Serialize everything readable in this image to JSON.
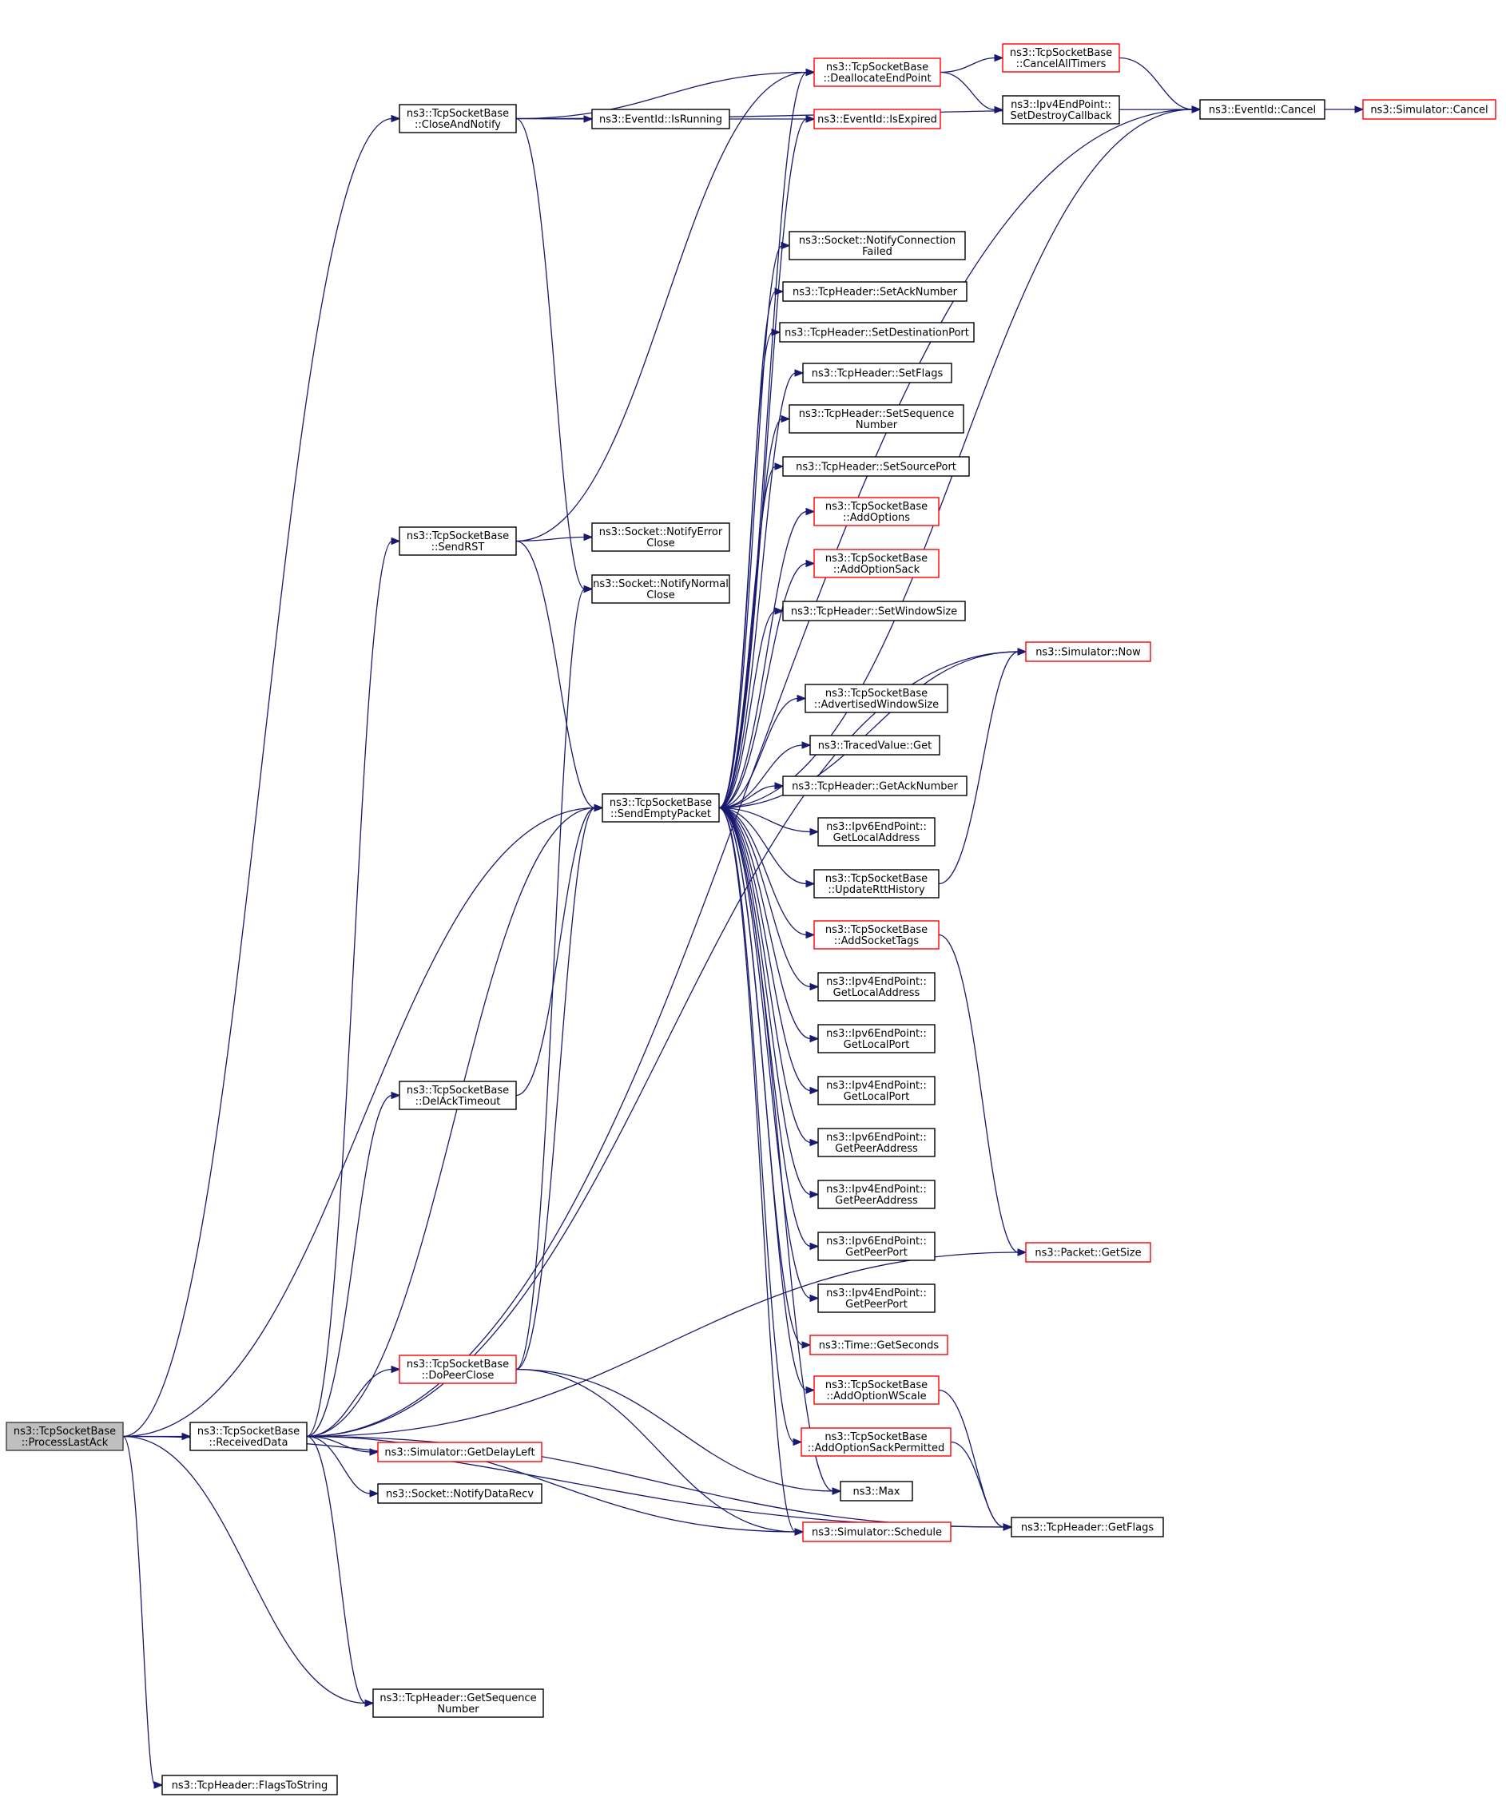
{
  "graph_title": "",
  "colors": {
    "edge": "#191970",
    "node_border_normal": "#000000",
    "node_border_truncated": "#ff0000",
    "node_fill": "#ffffff",
    "focus_fill": "#bfbfbf"
  },
  "nodes": [
    {
      "id": "process_last_ack",
      "name": "node-process-last-ack",
      "lines": [
        "ns3::TcpSocketBase",
        "::ProcessLastAck"
      ],
      "style": "focus"
    },
    {
      "id": "received_data",
      "name": "node-received-data",
      "lines": [
        "ns3::TcpSocketBase",
        "::ReceivedData"
      ],
      "style": "normal"
    },
    {
      "id": "close_and_notify",
      "name": "node-close-and-notify",
      "lines": [
        "ns3::TcpSocketBase",
        "::CloseAndNotify"
      ],
      "style": "normal"
    },
    {
      "id": "send_rst",
      "name": "node-send-rst",
      "lines": [
        "ns3::TcpSocketBase",
        "::SendRST"
      ],
      "style": "normal"
    },
    {
      "id": "del_ack_timeout",
      "name": "node-del-ack-timeout",
      "lines": [
        "ns3::TcpSocketBase",
        "::DelAckTimeout"
      ],
      "style": "normal"
    },
    {
      "id": "do_peer_close",
      "name": "node-do-peer-close",
      "lines": [
        "ns3::TcpSocketBase",
        "::DoPeerClose"
      ],
      "style": "red"
    },
    {
      "id": "get_sequence_number",
      "name": "node-get-sequence-number",
      "lines": [
        "ns3::TcpHeader::GetSequence",
        "Number"
      ],
      "style": "normal"
    },
    {
      "id": "flags_to_string",
      "name": "node-flags-to-string",
      "lines": [
        "ns3::TcpHeader::FlagsToString"
      ],
      "style": "normal"
    },
    {
      "id": "event_is_running",
      "name": "node-event-is-running",
      "lines": [
        "ns3::EventId::IsRunning"
      ],
      "style": "normal"
    },
    {
      "id": "notify_error_close",
      "name": "node-notify-error-close",
      "lines": [
        "ns3::Socket::NotifyError",
        "Close"
      ],
      "style": "normal"
    },
    {
      "id": "notify_normal_close",
      "name": "node-notify-normal-close",
      "lines": [
        "ns3::Socket::NotifyNormal",
        "Close"
      ],
      "style": "normal"
    },
    {
      "id": "send_empty_packet",
      "name": "node-send-empty-packet",
      "lines": [
        "ns3::TcpSocketBase",
        "::SendEmptyPacket"
      ],
      "style": "normal"
    },
    {
      "id": "get_delay_left",
      "name": "node-get-delay-left",
      "lines": [
        "ns3::Simulator::GetDelayLeft"
      ],
      "style": "red"
    },
    {
      "id": "notify_data_recv",
      "name": "node-notify-data-recv",
      "lines": [
        "ns3::Socket::NotifyDataRecv"
      ],
      "style": "normal"
    },
    {
      "id": "deallocate_end_point",
      "name": "node-deallocate-end-point",
      "lines": [
        "ns3::TcpSocketBase",
        "::DeallocateEndPoint"
      ],
      "style": "red"
    },
    {
      "id": "event_is_expired",
      "name": "node-event-is-expired",
      "lines": [
        "ns3::EventId::IsExpired"
      ],
      "style": "red"
    },
    {
      "id": "notify_connection_failed",
      "name": "node-notify-connection-failed",
      "lines": [
        "ns3::Socket::NotifyConnection",
        "Failed"
      ],
      "style": "normal"
    },
    {
      "id": "set_ack_number",
      "name": "node-set-ack-number",
      "lines": [
        "ns3::TcpHeader::SetAckNumber"
      ],
      "style": "normal"
    },
    {
      "id": "set_destination_port",
      "name": "node-set-destination-port",
      "lines": [
        "ns3::TcpHeader::SetDestinationPort"
      ],
      "style": "normal"
    },
    {
      "id": "set_flags",
      "name": "node-set-flags",
      "lines": [
        "ns3::TcpHeader::SetFlags"
      ],
      "style": "normal"
    },
    {
      "id": "set_sequence_number",
      "name": "node-set-sequence-number",
      "lines": [
        "ns3::TcpHeader::SetSequence",
        "Number"
      ],
      "style": "normal"
    },
    {
      "id": "set_source_port",
      "name": "node-set-source-port",
      "lines": [
        "ns3::TcpHeader::SetSourcePort"
      ],
      "style": "normal"
    },
    {
      "id": "add_options",
      "name": "node-add-options",
      "lines": [
        "ns3::TcpSocketBase",
        "::AddOptions"
      ],
      "style": "red"
    },
    {
      "id": "add_option_sack",
      "name": "node-add-option-sack",
      "lines": [
        "ns3::TcpSocketBase",
        "::AddOptionSack"
      ],
      "style": "red"
    },
    {
      "id": "set_window_size",
      "name": "node-set-window-size",
      "lines": [
        "ns3::TcpHeader::SetWindowSize"
      ],
      "style": "normal"
    },
    {
      "id": "advertised_window_size",
      "name": "node-advertised-window-size",
      "lines": [
        "ns3::TcpSocketBase",
        "::AdvertisedWindowSize"
      ],
      "style": "normal"
    },
    {
      "id": "traced_value_get",
      "name": "node-traced-value-get",
      "lines": [
        "ns3::TracedValue::Get"
      ],
      "style": "normal"
    },
    {
      "id": "get_ack_number",
      "name": "node-get-ack-number",
      "lines": [
        "ns3::TcpHeader::GetAckNumber"
      ],
      "style": "normal"
    },
    {
      "id": "ipv6_get_local_address",
      "name": "node-ipv6-get-local-address",
      "lines": [
        "ns3::Ipv6EndPoint::",
        "GetLocalAddress"
      ],
      "style": "normal"
    },
    {
      "id": "update_rtt_history",
      "name": "node-update-rtt-history",
      "lines": [
        "ns3::TcpSocketBase",
        "::UpdateRttHistory"
      ],
      "style": "normal"
    },
    {
      "id": "add_socket_tags",
      "name": "node-add-socket-tags",
      "lines": [
        "ns3::TcpSocketBase",
        "::AddSocketTags"
      ],
      "style": "red"
    },
    {
      "id": "ipv4_get_local_address",
      "name": "node-ipv4-get-local-address",
      "lines": [
        "ns3::Ipv4EndPoint::",
        "GetLocalAddress"
      ],
      "style": "normal"
    },
    {
      "id": "ipv6_get_local_port",
      "name": "node-ipv6-get-local-port",
      "lines": [
        "ns3::Ipv6EndPoint::",
        "GetLocalPort"
      ],
      "style": "normal"
    },
    {
      "id": "ipv4_get_local_port",
      "name": "node-ipv4-get-local-port",
      "lines": [
        "ns3::Ipv4EndPoint::",
        "GetLocalPort"
      ],
      "style": "normal"
    },
    {
      "id": "ipv6_get_peer_address",
      "name": "node-ipv6-get-peer-address",
      "lines": [
        "ns3::Ipv6EndPoint::",
        "GetPeerAddress"
      ],
      "style": "normal"
    },
    {
      "id": "ipv4_get_peer_address",
      "name": "node-ipv4-get-peer-address",
      "lines": [
        "ns3::Ipv4EndPoint::",
        "GetPeerAddress"
      ],
      "style": "normal"
    },
    {
      "id": "ipv6_get_peer_port",
      "name": "node-ipv6-get-peer-port",
      "lines": [
        "ns3::Ipv6EndPoint::",
        "GetPeerPort"
      ],
      "style": "normal"
    },
    {
      "id": "ipv4_get_peer_port",
      "name": "node-ipv4-get-peer-port",
      "lines": [
        "ns3::Ipv4EndPoint::",
        "GetPeerPort"
      ],
      "style": "normal"
    },
    {
      "id": "time_get_seconds",
      "name": "node-time-get-seconds",
      "lines": [
        "ns3::Time::GetSeconds"
      ],
      "style": "red"
    },
    {
      "id": "add_option_wscale",
      "name": "node-add-option-wscale",
      "lines": [
        "ns3::TcpSocketBase",
        "::AddOptionWScale"
      ],
      "style": "red"
    },
    {
      "id": "add_option_sack_permitted",
      "name": "node-add-option-sack-permitted",
      "lines": [
        "ns3::TcpSocketBase",
        "::AddOptionSackPermitted"
      ],
      "style": "red"
    },
    {
      "id": "max",
      "name": "node-max",
      "lines": [
        "ns3::Max"
      ],
      "style": "normal"
    },
    {
      "id": "simulator_schedule",
      "name": "node-simulator-schedule",
      "lines": [
        "ns3::Simulator::Schedule"
      ],
      "style": "red"
    },
    {
      "id": "cancel_all_timers",
      "name": "node-cancel-all-timers",
      "lines": [
        "ns3::TcpSocketBase",
        "::CancelAllTimers"
      ],
      "style": "red"
    },
    {
      "id": "set_destroy_callback",
      "name": "node-set-destroy-callback",
      "lines": [
        "ns3::Ipv4EndPoint::",
        "SetDestroyCallback"
      ],
      "style": "normal"
    },
    {
      "id": "simulator_now",
      "name": "node-simulator-now",
      "lines": [
        "ns3::Simulator::Now"
      ],
      "style": "red"
    },
    {
      "id": "packet_get_size",
      "name": "node-packet-get-size",
      "lines": [
        "ns3::Packet::GetSize"
      ],
      "style": "red"
    },
    {
      "id": "tcp_header_get_flags",
      "name": "node-tcp-header-get-flags",
      "lines": [
        "ns3::TcpHeader::GetFlags"
      ],
      "style": "normal"
    },
    {
      "id": "event_cancel",
      "name": "node-event-cancel",
      "lines": [
        "ns3::EventId::Cancel"
      ],
      "style": "normal"
    },
    {
      "id": "simulator_cancel",
      "name": "node-simulator-cancel",
      "lines": [
        "ns3::Simulator::Cancel"
      ],
      "style": "red"
    }
  ],
  "edges": [
    [
      "process_last_ack",
      "received_data"
    ],
    [
      "process_last_ack",
      "close_and_notify"
    ],
    [
      "process_last_ack",
      "send_empty_packet"
    ],
    [
      "process_last_ack",
      "get_sequence_number"
    ],
    [
      "process_last_ack",
      "flags_to_string"
    ],
    [
      "process_last_ack",
      "tcp_header_get_flags"
    ],
    [
      "received_data",
      "send_rst"
    ],
    [
      "received_data",
      "del_ack_timeout"
    ],
    [
      "received_data",
      "do_peer_close"
    ],
    [
      "received_data",
      "send_empty_packet"
    ],
    [
      "received_data",
      "get_delay_left"
    ],
    [
      "received_data",
      "notify_data_recv"
    ],
    [
      "received_data",
      "simulator_schedule"
    ],
    [
      "received_data",
      "get_sequence_number"
    ],
    [
      "received_data",
      "packet_get_size"
    ],
    [
      "received_data",
      "tcp_header_get_flags"
    ],
    [
      "received_data",
      "event_cancel"
    ],
    [
      "received_data",
      "simulator_now"
    ],
    [
      "close_and_notify",
      "event_is_running"
    ],
    [
      "close_and_notify",
      "deallocate_end_point"
    ],
    [
      "close_and_notify",
      "notify_normal_close"
    ],
    [
      "close_and_notify",
      "event_cancel"
    ],
    [
      "send_rst",
      "notify_error_close"
    ],
    [
      "send_rst",
      "send_empty_packet"
    ],
    [
      "send_rst",
      "deallocate_end_point"
    ],
    [
      "del_ack_timeout",
      "send_empty_packet"
    ],
    [
      "do_peer_close",
      "notify_normal_close"
    ],
    [
      "do_peer_close",
      "send_empty_packet"
    ],
    [
      "do_peer_close",
      "max"
    ],
    [
      "do_peer_close",
      "simulator_schedule"
    ],
    [
      "event_is_running",
      "event_is_expired"
    ],
    [
      "send_empty_packet",
      "deallocate_end_point"
    ],
    [
      "send_empty_packet",
      "event_is_expired"
    ],
    [
      "send_empty_packet",
      "event_cancel"
    ],
    [
      "send_empty_packet",
      "simulator_now"
    ],
    [
      "send_empty_packet",
      "notify_connection_failed"
    ],
    [
      "send_empty_packet",
      "set_ack_number"
    ],
    [
      "send_empty_packet",
      "set_destination_port"
    ],
    [
      "send_empty_packet",
      "set_flags"
    ],
    [
      "send_empty_packet",
      "set_sequence_number"
    ],
    [
      "send_empty_packet",
      "set_source_port"
    ],
    [
      "send_empty_packet",
      "add_options"
    ],
    [
      "send_empty_packet",
      "add_option_sack"
    ],
    [
      "send_empty_packet",
      "set_window_size"
    ],
    [
      "send_empty_packet",
      "advertised_window_size"
    ],
    [
      "send_empty_packet",
      "traced_value_get"
    ],
    [
      "send_empty_packet",
      "get_ack_number"
    ],
    [
      "send_empty_packet",
      "ipv6_get_local_address"
    ],
    [
      "send_empty_packet",
      "update_rtt_history"
    ],
    [
      "send_empty_packet",
      "add_socket_tags"
    ],
    [
      "send_empty_packet",
      "ipv4_get_local_address"
    ],
    [
      "send_empty_packet",
      "ipv6_get_local_port"
    ],
    [
      "send_empty_packet",
      "ipv4_get_local_port"
    ],
    [
      "send_empty_packet",
      "ipv6_get_peer_address"
    ],
    [
      "send_empty_packet",
      "ipv4_get_peer_address"
    ],
    [
      "send_empty_packet",
      "ipv6_get_peer_port"
    ],
    [
      "send_empty_packet",
      "ipv4_get_peer_port"
    ],
    [
      "send_empty_packet",
      "time_get_seconds"
    ],
    [
      "send_empty_packet",
      "add_option_wscale"
    ],
    [
      "send_empty_packet",
      "add_option_sack_permitted"
    ],
    [
      "send_empty_packet",
      "max"
    ],
    [
      "send_empty_packet",
      "simulator_schedule"
    ],
    [
      "deallocate_end_point",
      "cancel_all_timers"
    ],
    [
      "deallocate_end_point",
      "set_destroy_callback"
    ],
    [
      "cancel_all_timers",
      "event_cancel"
    ],
    [
      "update_rtt_history",
      "simulator_now"
    ],
    [
      "add_socket_tags",
      "packet_get_size"
    ],
    [
      "add_option_wscale",
      "tcp_header_get_flags"
    ],
    [
      "add_option_sack_permitted",
      "tcp_header_get_flags"
    ],
    [
      "event_cancel",
      "simulator_cancel"
    ]
  ]
}
